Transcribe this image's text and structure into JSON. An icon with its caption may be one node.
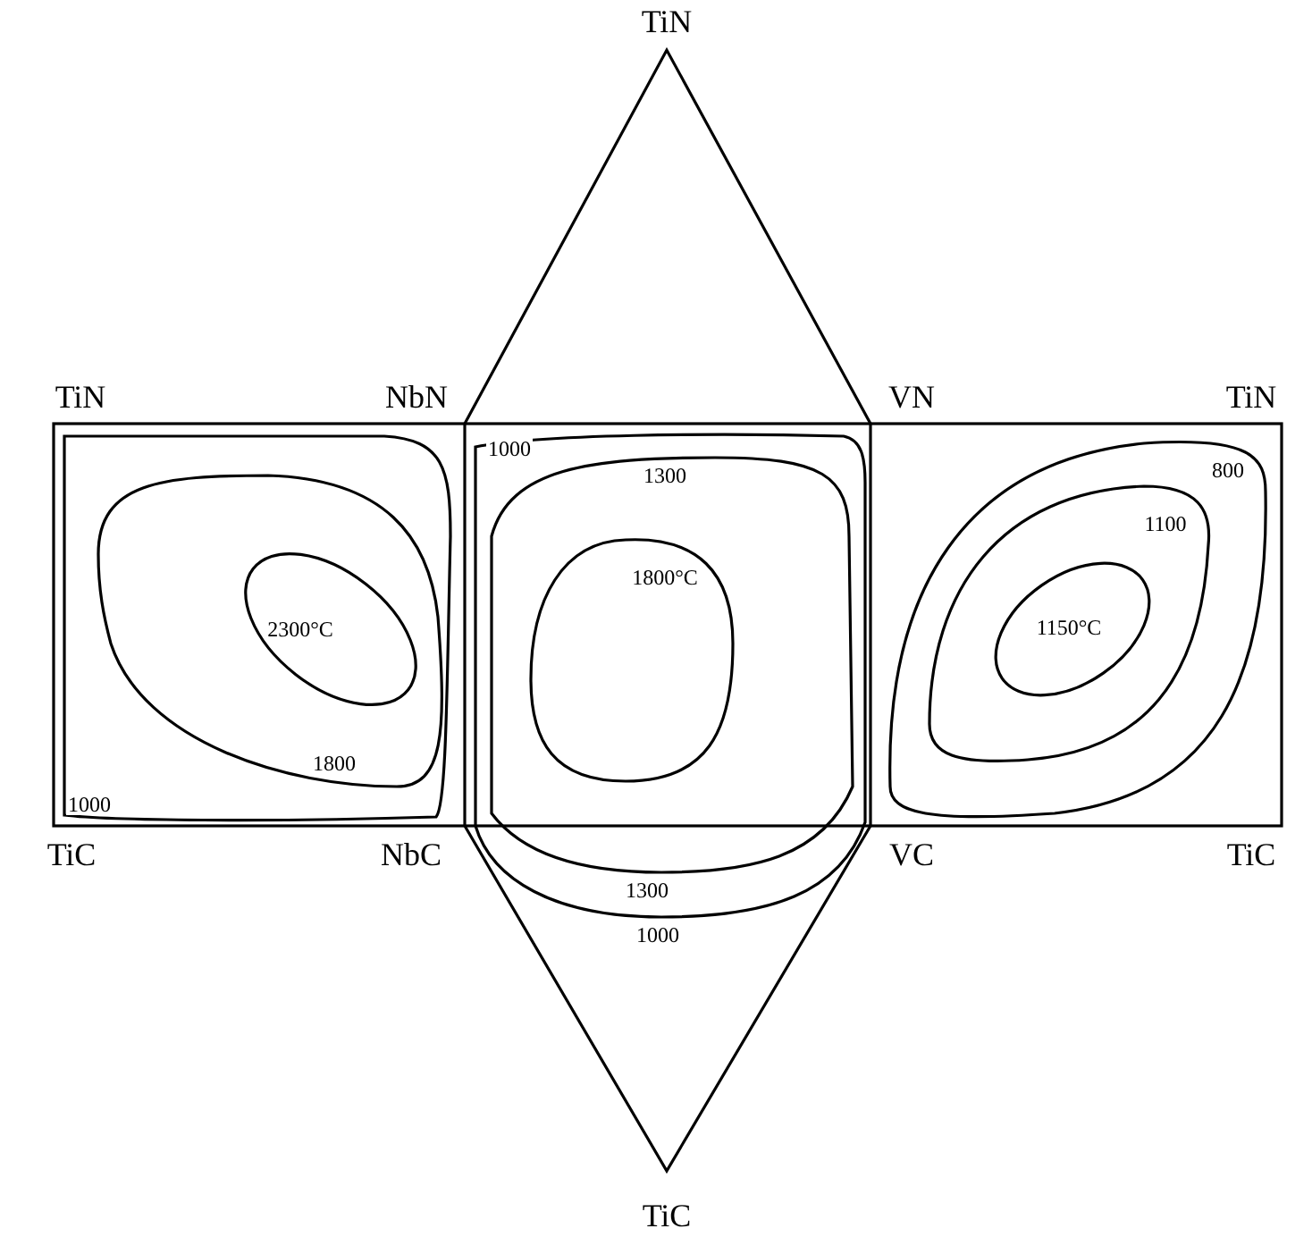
{
  "diagram": {
    "labels": [
      "TiN",
      "TiN",
      "NbN",
      "VN",
      "TiN",
      "1000",
      "1300",
      "800",
      "1100",
      "1800°C",
      "2300°C",
      "1150°C",
      "1800",
      "1000",
      "TiC",
      "NbC",
      "VC",
      "TiC",
      "1300",
      "1000",
      "TiC"
    ]
  }
}
